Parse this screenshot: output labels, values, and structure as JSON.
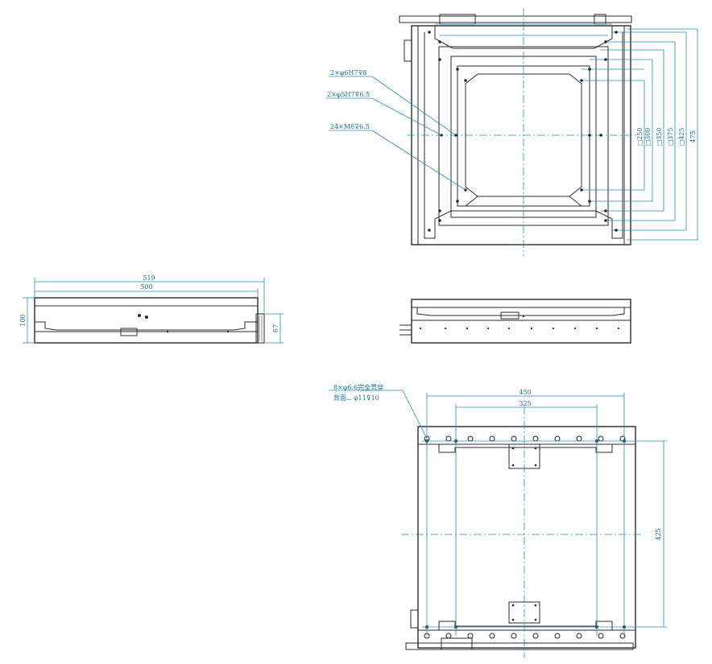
{
  "callouts_top": [
    "2×φ6H7⊽8",
    "2×φ5H7⊽6.5",
    "24×M6⊽6.5"
  ],
  "callouts_bottom": [
    "8×φ6.6完全贯穿",
    "背面⌴ φ11⊽10"
  ],
  "dims_top_right": [
    "□250",
    "□300",
    "□350",
    "□375",
    "□425",
    "475"
  ],
  "dims_front": {
    "overall_width": "519",
    "body_width": "500",
    "height_total": "100",
    "height_right": "67"
  },
  "dims_bottom": {
    "outer_span": "450",
    "inner_span": "325",
    "vertical_span": "425"
  },
  "colors": {
    "outline": "#2b2b2b",
    "dimension": "#1b8fbf"
  }
}
